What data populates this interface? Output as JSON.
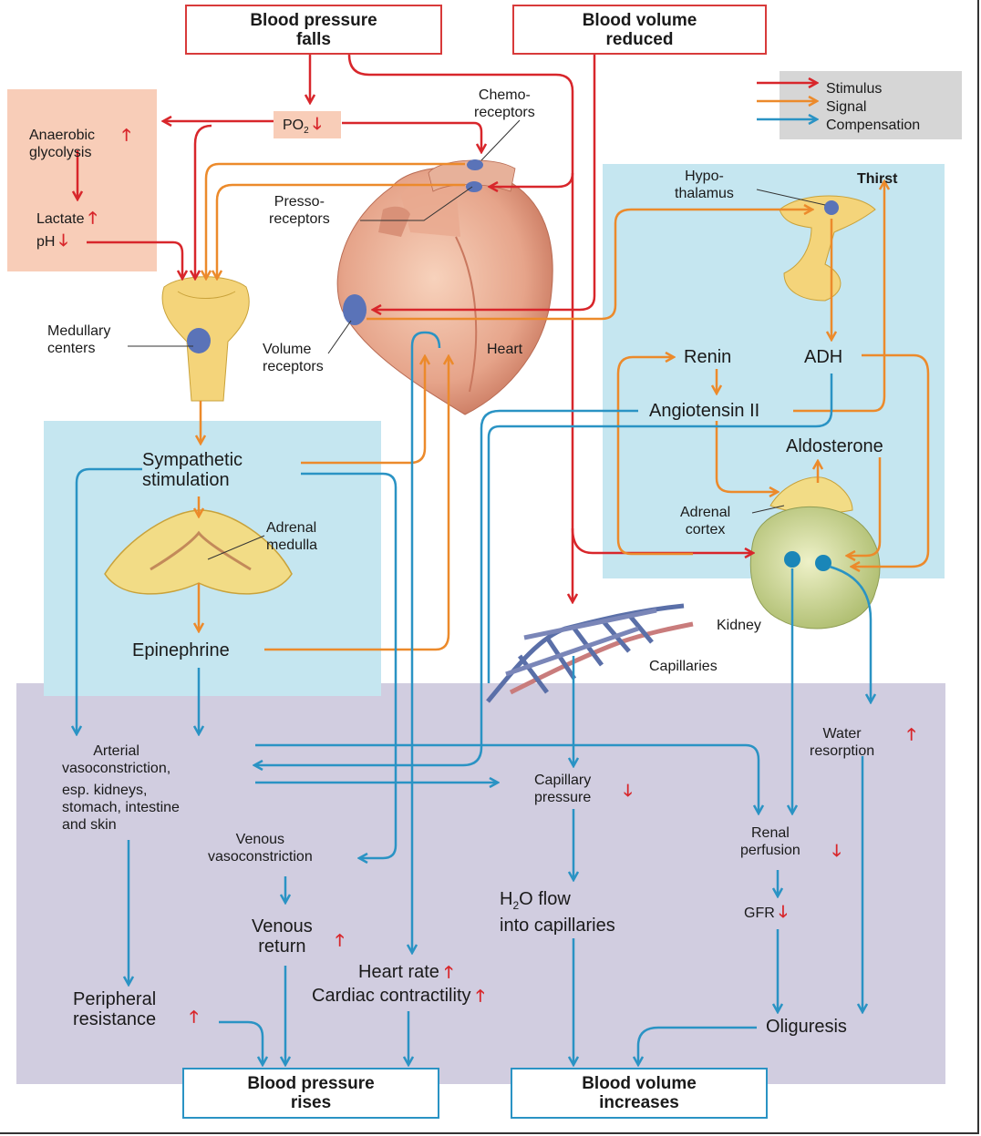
{
  "boxes": {
    "bp_falls": "Blood pressure\nfalls",
    "bv_reduced": "Blood volume\nreduced",
    "bp_rises": "Blood pressure\nrises",
    "bv_increases": "Blood volume\nincreases"
  },
  "legend": {
    "items": [
      {
        "label": "Stimulus",
        "color": "#d8262b"
      },
      {
        "label": "Signal",
        "color": "#ec8a2b"
      },
      {
        "label": "Compensation",
        "color": "#2a93c4"
      }
    ]
  },
  "labels": {
    "anaerobic": "Anaerobic\nglycolysis",
    "lactate": "Lactate",
    "ph": "pH",
    "po2": "PO",
    "po2_sub": "2",
    "chemo": "Chemo-\nreceptors",
    "presso": "Presso-\nreceptors",
    "medullary": "Medullary\ncenters",
    "volume_rec": "Volume\nreceptors",
    "heart": "Heart",
    "hypothalamus": "Hypo-\nthalamus",
    "thirst": "Thirst",
    "renin": "Renin",
    "adh": "ADH",
    "angiotensin": "Angiotensin II",
    "aldosterone": "Aldosterone",
    "adrenal_cortex": "Adrenal\ncortex",
    "kidney": "Kidney",
    "sympathetic": "Sympathetic\nstimulation",
    "adrenal_medulla": "Adrenal\nmedulla",
    "epinephrine": "Epinephrine",
    "capillaries": "Capillaries",
    "water_resorption": "Water\nresorption",
    "arterial_vaso": "Arterial\nvasoconstriction,",
    "arterial_vaso2": "esp. kidneys,\nstomach, intestine\nand skin",
    "capillary_pressure": "Capillary\npressure",
    "renal_perfusion": "Renal\nperfusion",
    "venous_vaso": "Venous\nvasoconstriction",
    "venous_return": "Venous\nreturn",
    "h2o_flow_1": "H",
    "h2o_flow_sub": "2",
    "h2o_flow_2": "O flow\ninto capillaries",
    "gfr": "GFR",
    "heart_rate": "Heart rate",
    "cardiac_contractility": "Cardiac contractility",
    "peripheral_resistance": "Peripheral\nresistance",
    "oliguresis": "Oliguresis"
  },
  "colors": {
    "stimulus": "#d8262b",
    "signal": "#ec8a2b",
    "compensation": "#2a93c4",
    "salmon_panel": "#f8cdb8",
    "blue_panel": "#c5e6f0",
    "lavender_panel": "#d1cde0",
    "legend_bg": "#d6d6d6"
  }
}
